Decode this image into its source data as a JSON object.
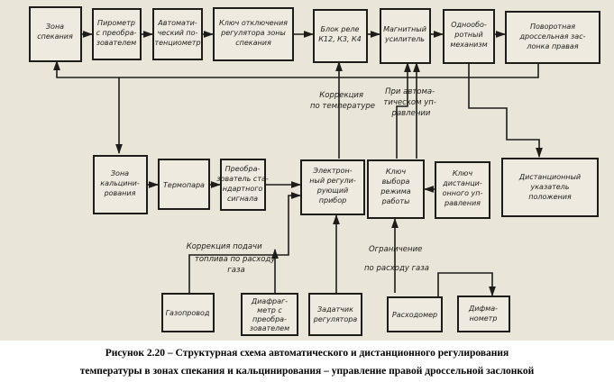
{
  "diagram": {
    "blocks": {
      "zona_spekaniya": [
        "Зона",
        "спекания"
      ],
      "pirometr": [
        "Пирометр",
        "с преобра-",
        "зователем"
      ],
      "avto_potenciometr": [
        "Автомати-",
        "ческий по-",
        "тенциометр"
      ],
      "klyuch_otklyucheniya": [
        "Ключ отключения",
        "регулятора зоны",
        "спекания"
      ],
      "blok_rele": [
        "Блок реле",
        "К12, К3, К4"
      ],
      "magnitnyi_usilitel": [
        "Магнитный",
        "усилитель"
      ],
      "odnooborotnyi_mehanizm": [
        "Однообо-",
        "ротный",
        "механизм"
      ],
      "povorotnaya_zaslonka": [
        "Поворотная",
        "дроссельная зас-",
        "лонка правая"
      ],
      "zona_kalcinirovaniya": [
        "Зона",
        "кальцини-",
        "рования"
      ],
      "termopara": [
        "Термопара"
      ],
      "preobrazovatel": [
        "Преобра-",
        "зователь ста-",
        "ндартного",
        "сигнала"
      ],
      "elektronnyi_pribor": [
        "Электрон-",
        "ный регули-",
        "рующий",
        "прибор"
      ],
      "klyuch_vybora": [
        "Ключ",
        "выбора",
        "режима",
        "работы"
      ],
      "klyuch_distancionnogo": [
        "Ключ",
        "дистанци-",
        "онного уп-",
        "равления"
      ],
      "distancionnyi_ukazatel": [
        "Дистанционный",
        "указатель",
        "положения"
      ],
      "gazoprovod": [
        "Газопровод"
      ],
      "diafragma_manometr": [
        "Диафраг-",
        "метр с",
        "преобра-",
        "зователем"
      ],
      "zadatchik": [
        "Задатчик",
        "регулятора"
      ],
      "rashodomer": [
        "Расходомер"
      ],
      "difmanometr": [
        "Дифма-",
        "нометр"
      ]
    },
    "notes": {
      "korrekciya_temp": [
        "Коррекция",
        "по температуре"
      ],
      "pri_avto": [
        "При автома-",
        "тическом уп-",
        "равлении"
      ],
      "korrekciya_podachi": [
        "Коррекция подачи",
        "топлива по расходу",
        "газа"
      ],
      "ogranichenie": [
        "Ограничение",
        "по расходу газа"
      ]
    }
  },
  "caption": {
    "line1": "Рисунок 2.20 – Структурная схема автоматического и дистанционного регулирования",
    "line2": "температуры в зонах спекания и кальцинирования – управление правой дроссельной заслонкой"
  }
}
